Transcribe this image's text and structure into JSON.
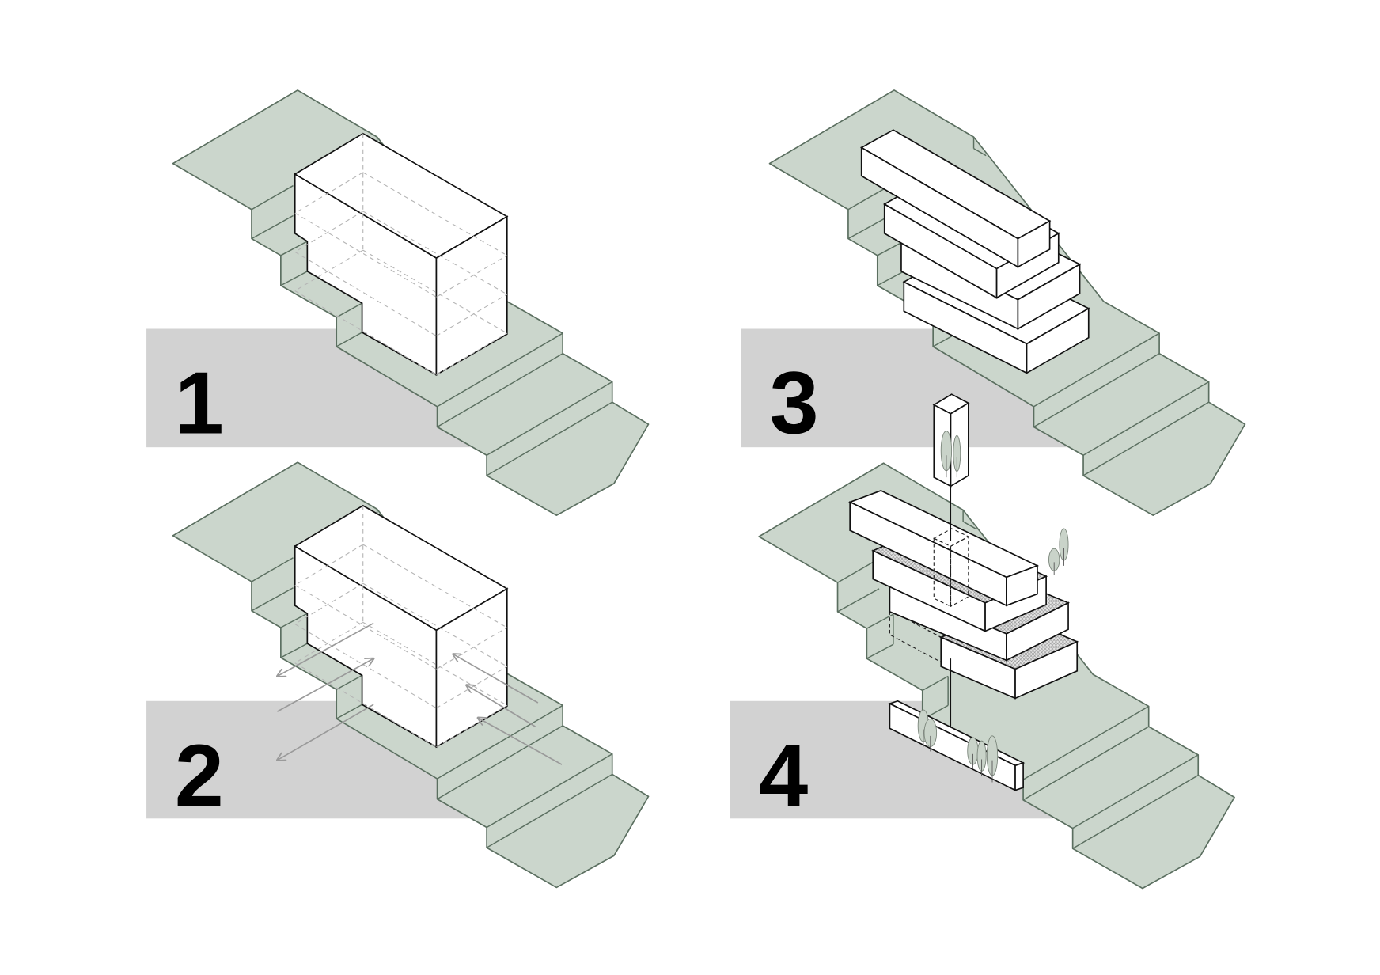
{
  "diagram": {
    "panels": [
      {
        "label": "1"
      },
      {
        "label": "2"
      },
      {
        "label": "3"
      },
      {
        "label": "4"
      }
    ]
  },
  "colors": {
    "terrain_fill": "#cbd6cc",
    "terrain_stroke": "#5b6f60",
    "band": "#d2d2d2",
    "building_stroke": "#111111",
    "hidden_line": "#b5b5b5",
    "arrow": "#9a9a9a",
    "tree_fill": "#c9d3c9"
  }
}
